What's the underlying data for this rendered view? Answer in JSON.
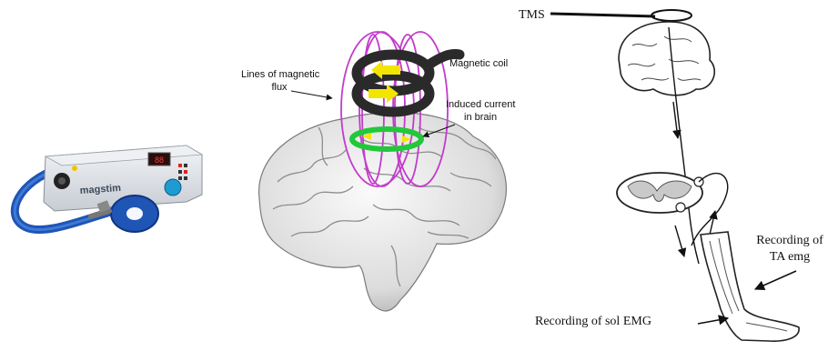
{
  "panels": {
    "device": {
      "brand_label": "magstim",
      "display_readout": "88"
    },
    "brain_diagram": {
      "label_flux_line1": "Lines of magnetic",
      "label_flux_line2": "flux",
      "label_coil": "Magnetic coil",
      "label_current_line1": "Induced current",
      "label_current_line2": "in brain"
    },
    "pathway": {
      "label_tms": "TMS",
      "label_ta_line1": "Recording of",
      "label_ta_line2": "TA emg",
      "label_sol": "Recording of sol EMG"
    }
  },
  "colors": {
    "flux_lines": "#c23ccc",
    "coil": "#2a2a2a",
    "current_ring": "#22c73a",
    "arrow_yellow": "#f2e600",
    "device_cable": "#1f55b5"
  }
}
